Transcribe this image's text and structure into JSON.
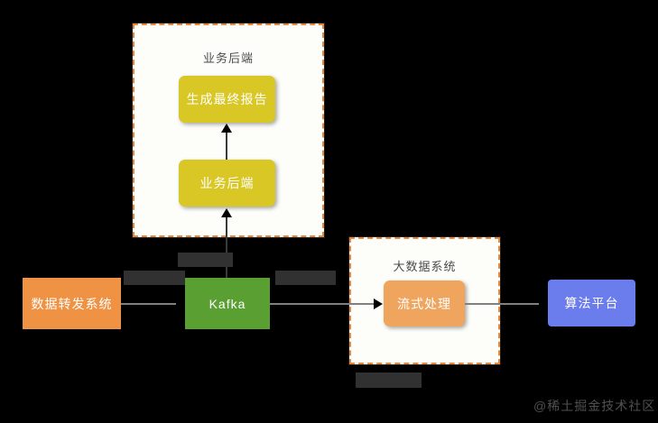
{
  "diagram": {
    "type": "architecture-flow",
    "background_color": "#000000",
    "groups": [
      {
        "id": "business-backend-group",
        "title": "业务后端",
        "border_color": "#e8873a",
        "border_style": "dashed",
        "fill": "#fdfdfa"
      },
      {
        "id": "bigdata-group",
        "title": "大数据系统",
        "border_color": "#e8873a",
        "border_style": "dashed",
        "fill": "#fdfdfa"
      }
    ],
    "nodes": [
      {
        "id": "final-report",
        "label": "生成最终报告",
        "color": "#d8c725",
        "text_color": "#ffffff"
      },
      {
        "id": "business-backend",
        "label": "业务后端",
        "color": "#d8c725",
        "text_color": "#ffffff"
      },
      {
        "id": "data-forwarder",
        "label": "数据转发系统",
        "color": "#ef9243",
        "text_color": "#ffffff"
      },
      {
        "id": "kafka",
        "label": "Kafka",
        "color": "#5a9f31",
        "text_color": "#ffffff"
      },
      {
        "id": "stream-process",
        "label": "流式处理",
        "color": "#efa55e",
        "text_color": "#ffffff"
      },
      {
        "id": "algo-platform",
        "label": "算法平台",
        "color": "#6b7ced",
        "text_color": "#ffffff"
      }
    ],
    "edges": [
      {
        "from": "data-forwarder",
        "to": "kafka",
        "label": ""
      },
      {
        "from": "kafka",
        "to": "business-backend",
        "label": ""
      },
      {
        "from": "business-backend",
        "to": "final-report",
        "label": ""
      },
      {
        "from": "kafka",
        "to": "stream-process",
        "label": ""
      },
      {
        "from": "stream-process",
        "to": "algo-platform",
        "label": ""
      }
    ],
    "redactions": [
      {
        "id": "redaction-kafka-top",
        "note": ""
      },
      {
        "id": "redaction-left-edge",
        "note": ""
      },
      {
        "id": "redaction-right-edge",
        "note": ""
      },
      {
        "id": "redaction-bigdata-below",
        "note": ""
      }
    ]
  },
  "watermark": {
    "text": "@稀土掘金技术社区"
  }
}
